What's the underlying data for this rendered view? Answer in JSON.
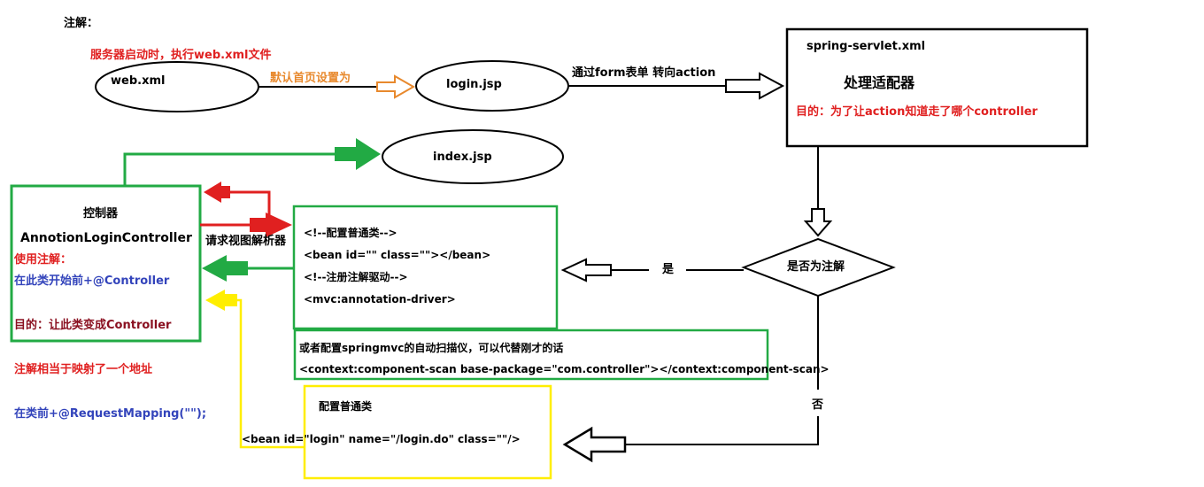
{
  "note_title": "注解：",
  "server_start_note": "服务器启动时，执行web.xml文件",
  "nodes": {
    "web_xml": "web.xml",
    "login_jsp": "login.jsp",
    "index_jsp": "index.jsp",
    "spring_servlet": "spring-servlet.xml",
    "handler_adapter": "处理适配器",
    "adapter_purpose": "目的：为了让action知道走了哪个controller",
    "decision": "是否为注解"
  },
  "edges": {
    "default_home": "默认首页设置为",
    "form_to_action": "通过form表单 转向action",
    "view_resolver": "请求视图解析器",
    "yes": "是",
    "no": "否"
  },
  "controller": {
    "title": "控制器",
    "class_name": "AnnotionLoginController",
    "use_annotation": "使用注解：",
    "before_class": "在此类开始前+@Controller",
    "purpose": "目的：让此类变成Controller"
  },
  "mapping_note": "注解相当于映射了一个地址",
  "request_mapping": "在类前+@RequestMapping(\"\");",
  "annotation_box": {
    "line1": "<!--配置普通类-->",
    "line2": "<bean id=\"\" class=\"\"></bean>",
    "line3": "<!--注册注解驱动-->",
    "line4": "<mvc:annotation-driver>"
  },
  "scan_box": {
    "line1": "或者配置springmvc的自动扫描仪，可以代替刚才的话",
    "line2": "<context:component-scan base-package=\"com.controller\"></context:component-scan>"
  },
  "plain_box": {
    "title": "配置普通类",
    "bean": "<bean id=\"login\" name=\"/login.do\" class=\"\"/>"
  },
  "colors": {
    "black": "#000000",
    "red": "#e02020",
    "orange": "#e8892d",
    "green": "#22aa44",
    "yellow": "#ffee00",
    "blue": "#3344bb",
    "dark_red": "#8a1020"
  }
}
